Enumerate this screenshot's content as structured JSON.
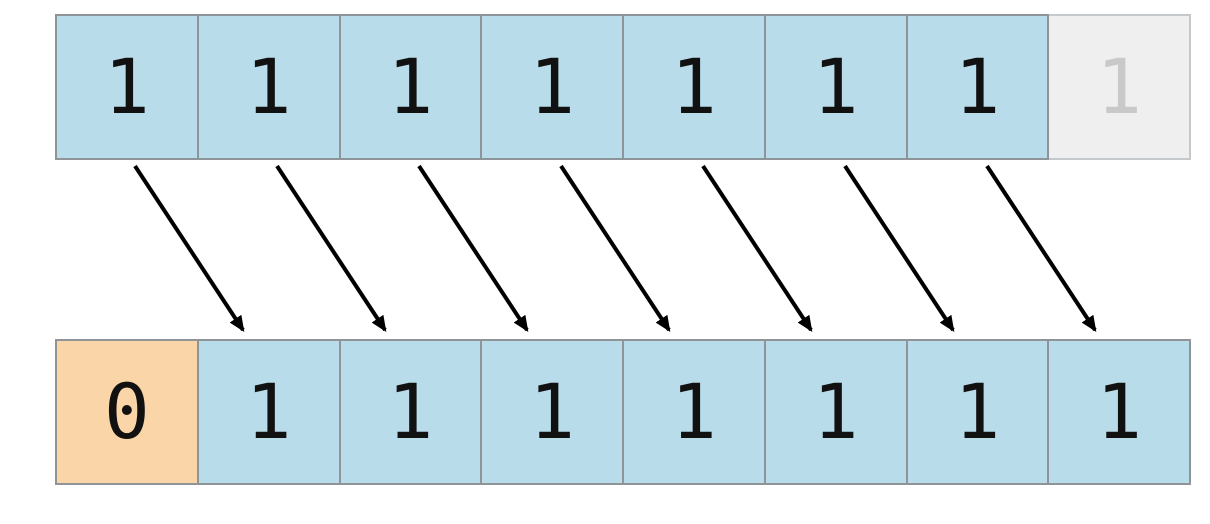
{
  "diagram": {
    "kind": "right-shift-bit-diagram",
    "arrows": {
      "count": 7,
      "direction": "down-right"
    }
  },
  "top_row": {
    "cells": [
      {
        "value": "1",
        "state": "active"
      },
      {
        "value": "1",
        "state": "active"
      },
      {
        "value": "1",
        "state": "active"
      },
      {
        "value": "1",
        "state": "active"
      },
      {
        "value": "1",
        "state": "active"
      },
      {
        "value": "1",
        "state": "active"
      },
      {
        "value": "1",
        "state": "active"
      },
      {
        "value": "1",
        "state": "faded-out"
      }
    ]
  },
  "bottom_row": {
    "cells": [
      {
        "value": "0",
        "state": "shifted-in"
      },
      {
        "value": "1",
        "state": "active"
      },
      {
        "value": "1",
        "state": "active"
      },
      {
        "value": "1",
        "state": "active"
      },
      {
        "value": "1",
        "state": "active"
      },
      {
        "value": "1",
        "state": "active"
      },
      {
        "value": "1",
        "state": "active"
      },
      {
        "value": "1",
        "state": "active"
      }
    ]
  },
  "colors": {
    "cell_blue": "#b9dcea",
    "cell_gray": "#efefef",
    "cell_orange": "#f9d5a7",
    "text_dark": "#111111",
    "text_faded": "#c9c9c9",
    "border": "#8f9499",
    "border_faded": "#c6c9cc",
    "arrow": "#000000"
  }
}
